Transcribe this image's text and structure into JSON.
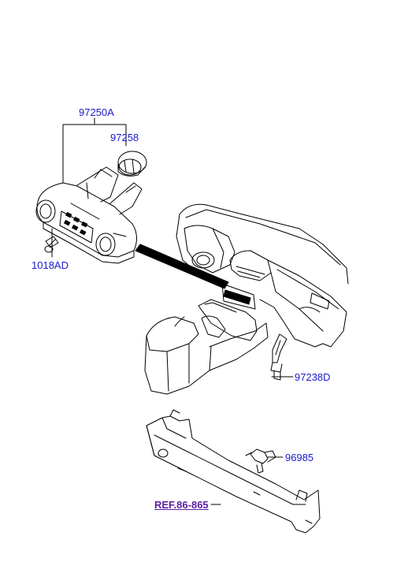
{
  "parts": {
    "climate_control_assembly": "97250A",
    "knob": "97258",
    "screw": "1018AD",
    "sensor": "97238D",
    "bracket_sensor": "96985"
  },
  "reference": {
    "label": "REF.86-865"
  },
  "colors": {
    "label_text": "#1a1acc",
    "reference_text": "#5b1fa3",
    "line_art": "#000000"
  }
}
